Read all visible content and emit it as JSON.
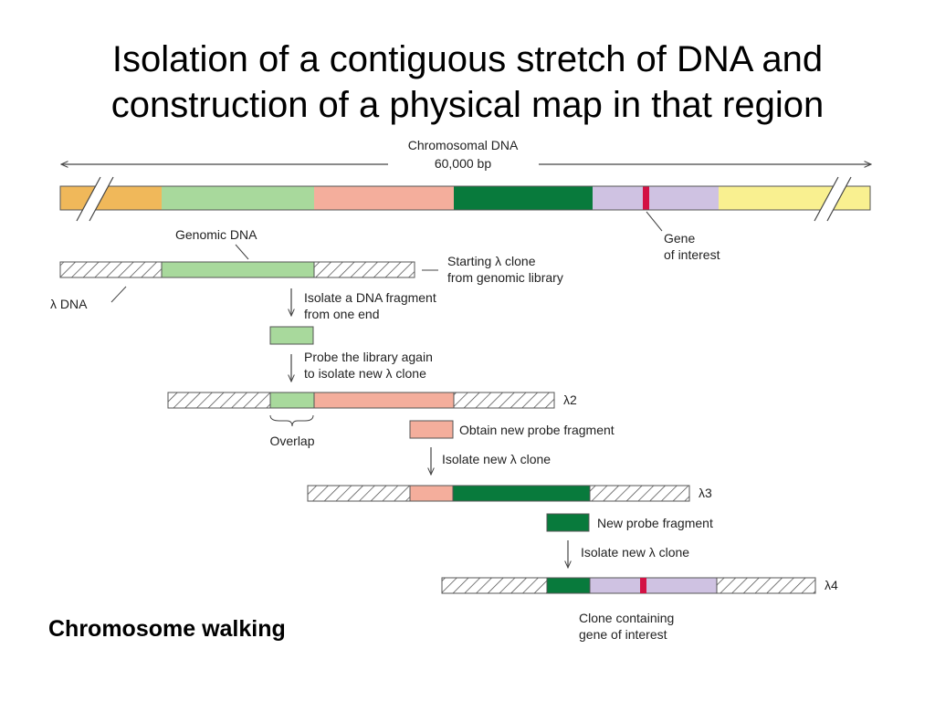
{
  "title": {
    "line1": "Isolation of a contiguous stretch of DNA and",
    "line2": "construction of a physical map in that region"
  },
  "caption": "Chromosome walking",
  "colors": {
    "orange": "#f0b85a",
    "light_green": "#a8d99c",
    "salmon": "#f4ae9c",
    "dark_green": "#087a3c",
    "lavender": "#cfc2e2",
    "yellow": "#f9f090",
    "red_marker": "#d31244",
    "outline": "#555555"
  },
  "diagram": {
    "chromosome_label_line1": "Chromosomal DNA",
    "chromosome_label_line2": "60,000 bp",
    "genomic_dna": "Genomic DNA",
    "gene_line1": "Gene",
    "gene_line2": "of interest",
    "lambda_dna": "λ DNA",
    "starting_line1": "Starting λ clone",
    "starting_line2": "from genomic library",
    "step1_line1": "Isolate a DNA fragment",
    "step1_line2": "from one end",
    "step2_line1": "Probe the library again",
    "step2_line2": "to isolate new λ clone",
    "lambda2": "λ2",
    "overlap": "Overlap",
    "obtain_probe": "Obtain new probe fragment",
    "isolate_new_1": "Isolate new λ clone",
    "lambda3": "λ3",
    "new_probe": "New probe fragment",
    "isolate_new_2": "Isolate new λ clone",
    "lambda4": "λ4",
    "clone_gene_line1": "Clone containing",
    "clone_gene_line2": "gene of interest"
  }
}
